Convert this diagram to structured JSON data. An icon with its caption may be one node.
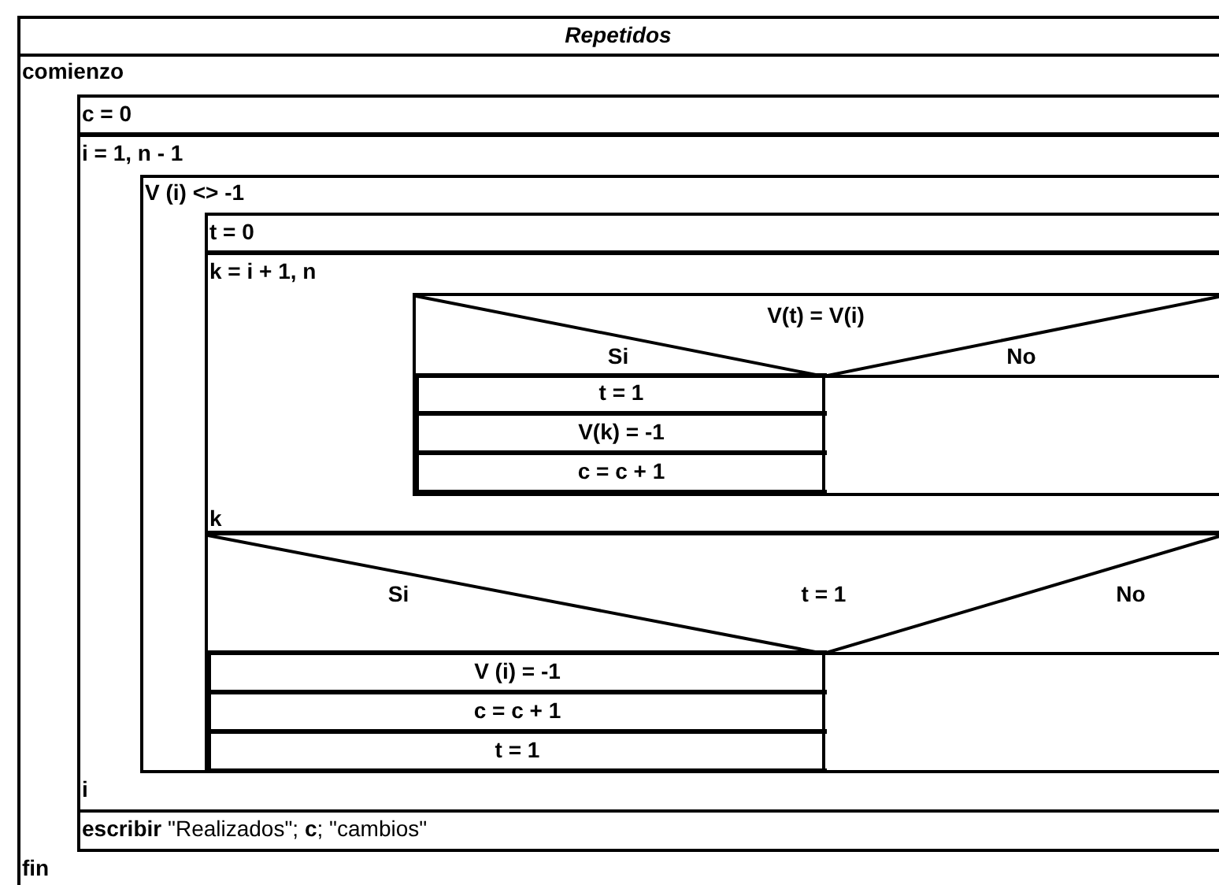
{
  "diagram": {
    "title": "Repetidos",
    "nodes": [
      {
        "text": [
          "comienzo",
          "fin"
        ]
      },
      {
        "text": [
          "c = 0"
        ],
        "in": 0
      },
      {
        "text": [
          "i = 1, n - 1",
          "i"
        ],
        "in": 0
      },
      {
        "text": [
          "V (i) <> -1"
        ],
        "in": 2
      },
      {
        "text": [
          "t = 0"
        ],
        "in": 3
      },
      {
        "text": [
          "k = i + 1, n",
          "k"
        ],
        "in": 3
      },
      {
        "text": [
          "V(t) = V(i)",
          "Si",
          "No"
        ],
        "in": 5
      },
      {
        "text": [
          "t = 1"
        ],
        "in": 6
      },
      {
        "text": [
          "V(k) = -1"
        ],
        "in": 6
      },
      {
        "text": [
          "c = c + 1"
        ],
        "in": 6
      },
      {
        "text": [
          "Si",
          "t = 1",
          "No"
        ],
        "in": 3
      },
      {
        "text": [
          "V (i) = -1"
        ],
        "in": 10
      },
      {
        "text": [
          "c = c + 1"
        ],
        "in": 10
      },
      {
        "text": [
          "t = 1"
        ],
        "in": 10
      },
      {
        "text": [
          "**escribir** \"Realizados\"; **c**; \"cambios\""
        ],
        "in": 0
      }
    ]
  }
}
